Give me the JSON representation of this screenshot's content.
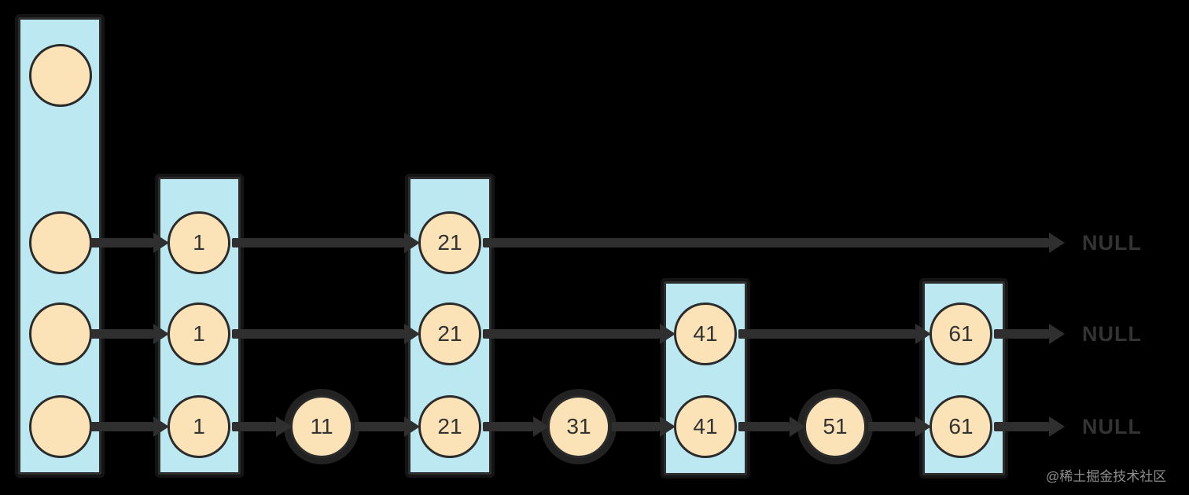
{
  "skiplist": {
    "null_label": "NULL",
    "watermark": "@稀土掘金技术社区",
    "head": {
      "role": "head-tower",
      "levels": 4,
      "values": [
        "",
        "",
        "",
        ""
      ]
    },
    "towers": [
      {
        "value": "1",
        "levels": 3
      },
      {
        "value": "11",
        "levels": 1
      },
      {
        "value": "21",
        "levels": 3
      },
      {
        "value": "31",
        "levels": 1
      },
      {
        "value": "41",
        "levels": 2
      },
      {
        "value": "51",
        "levels": 1
      },
      {
        "value": "61",
        "levels": 2
      }
    ],
    "level_rows": [
      {
        "level": 3,
        "chain": [
          "head",
          "1",
          "21",
          "NULL"
        ]
      },
      {
        "level": 2,
        "chain": [
          "head",
          "1",
          "21",
          "41",
          "61",
          "NULL"
        ]
      },
      {
        "level": 1,
        "chain": [
          "head",
          "1",
          "11",
          "21",
          "31",
          "41",
          "51",
          "61",
          "NULL"
        ]
      }
    ],
    "colors": {
      "background": "#000000",
      "tower_fill": "#bce8f1",
      "node_fill": "#fbe3b7",
      "stroke": "#2d2d2d",
      "arrow": "#2f2f2f",
      "null_text": "#333333",
      "watermark_text": "#8f8f8f"
    }
  }
}
